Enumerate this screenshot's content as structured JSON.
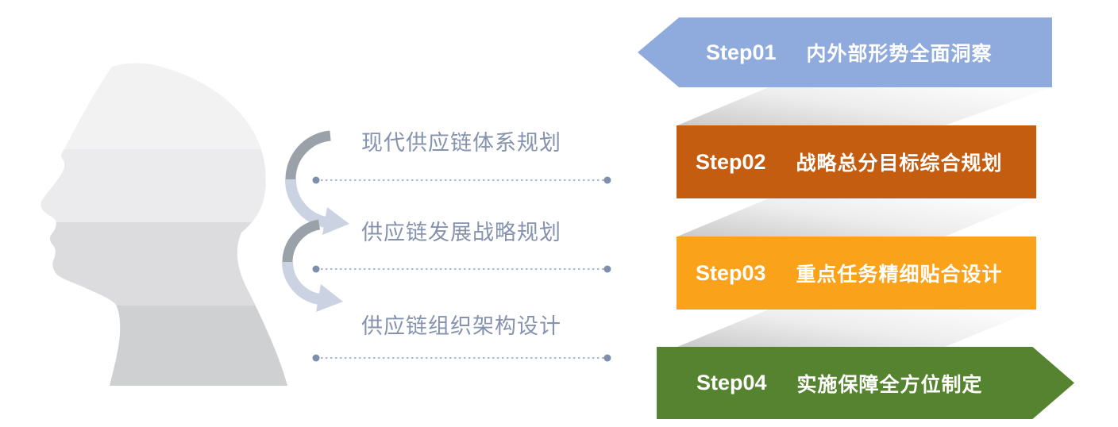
{
  "figure": {
    "description_name": "head-silhouette-with-planning-steps",
    "head_bands": [
      {
        "name": "band-crown",
        "color": "#f2f2f3"
      },
      {
        "name": "band-forehead",
        "color": "#ebebed"
      },
      {
        "name": "band-jaw",
        "color": "#dcdcde"
      },
      {
        "name": "band-neck",
        "color": "#cfd0d2"
      }
    ]
  },
  "planning_items": [
    {
      "label": "现代供应链体系规划"
    },
    {
      "label": "供应链发展战略规划"
    },
    {
      "label": "供应链组织架构设计"
    }
  ],
  "steps": [
    {
      "id": "Step01",
      "title": "内外部形势全面洞察",
      "color": "#8faadc",
      "shape": "arrow-left"
    },
    {
      "id": "Step02",
      "title": "战略总分目标综合规划",
      "color": "#c45d10",
      "shape": "rect"
    },
    {
      "id": "Step03",
      "title": "重点任务精细贴合设计",
      "color": "#f9a21a",
      "shape": "rect"
    },
    {
      "id": "Step04",
      "title": "实施保障全方位制定",
      "color": "#56832f",
      "shape": "arrow-right"
    }
  ],
  "accent_colors": {
    "label_text": "#8593af",
    "leader_line": "#aab8cf",
    "leader_dot": "#7e90ad",
    "arrow_dark": "#9aa1a9",
    "arrow_light": "#cbd3e2",
    "step_text": "#ffffff"
  }
}
